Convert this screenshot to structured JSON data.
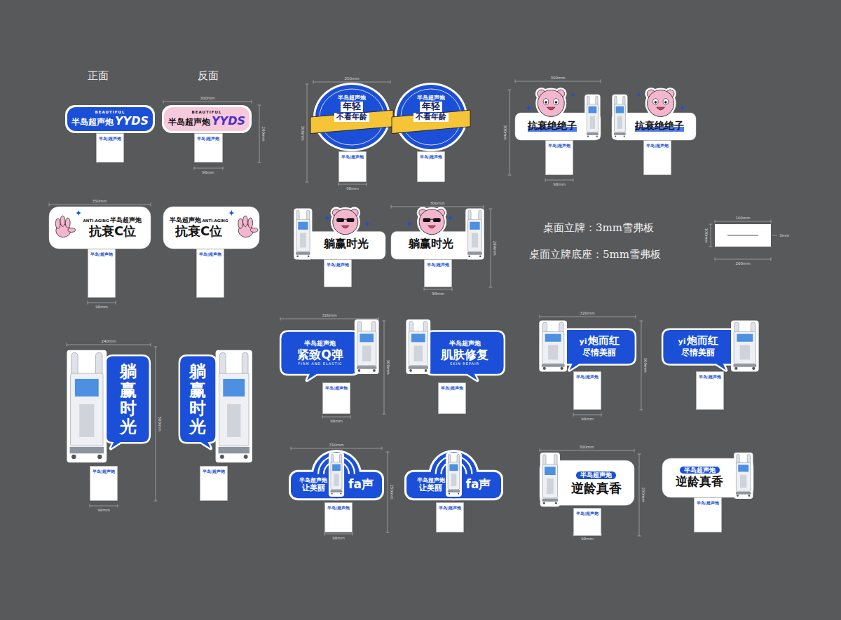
{
  "diagram": {
    "nodes": [
      {
        "text": [
          "BEAUTIFUL",
          "半岛超声炮",
          "YYDS"
        ]
      },
      {
        "text": [
          "半岛|超声炮"
        ]
      },
      {
        "text": [
          "BEAUTIFUL",
          "半岛超声炮",
          "YYDS"
        ]
      },
      {
        "text": [
          "半岛|超声炮"
        ]
      },
      {
        "text": [
          "半岛超声炮",
          "年轻",
          "不看年龄"
        ]
      },
      {
        "text": [
          "半岛|超声炮"
        ]
      },
      {
        "text": [
          "半岛超声炮",
          "年轻",
          "不看年龄"
        ]
      },
      {
        "text": [
          "半岛|超声炮"
        ]
      },
      {
        "text": [
          "抗衰绝绝子"
        ]
      },
      {
        "text": [
          "半岛|超声炮"
        ]
      },
      {
        "text": [
          "抗衰绝绝子"
        ]
      },
      {
        "text": [
          "半岛|超声炮"
        ]
      },
      {
        "text": [
          "ANTI-AGING",
          "半岛超声炮",
          "抗衰C位"
        ]
      },
      {
        "text": [
          "半岛|超声炮"
        ]
      },
      {
        "text": [
          "半岛超声炮",
          "ANTI-AGING",
          "抗衰C位"
        ]
      },
      {
        "text": [
          "半岛|超声炮"
        ]
      },
      {
        "text": [
          "躺赢时光"
        ]
      },
      {
        "text": [
          "半岛|超声炮"
        ]
      },
      {
        "text": [
          "躺赢时光"
        ]
      },
      {
        "text": [
          "半岛|超声炮"
        ]
      },
      {
        "text": [
          "躺赢时光"
        ]
      },
      {
        "text": [
          "半岛|超声炮"
        ]
      },
      {
        "text": [
          "躺赢时光"
        ]
      },
      {
        "text": [
          "半岛|超声炮"
        ]
      },
      {
        "text": [
          "半岛超声炮",
          "紧致Q弹",
          "FIRM AND ELASTIC"
        ]
      },
      {
        "text": [
          "半岛|超声炮"
        ]
      },
      {
        "text": [
          "半岛超声炮",
          "肌肤修复",
          "SKIN REPAIR"
        ]
      },
      {
        "text": [
          "半岛|超声炮"
        ]
      },
      {
        "text": [
          "yi",
          "炮而红",
          "尽情美丽"
        ]
      },
      {
        "text": [
          "半岛|超声炮"
        ]
      },
      {
        "text": [
          "yi",
          "炮而红",
          "尽情美丽"
        ]
      },
      {
        "text": [
          "半岛|超声炮"
        ]
      },
      {
        "text": [
          "半岛超声炮",
          "让美丽",
          "fa声"
        ]
      },
      {
        "text": [
          "半岛|超声炮"
        ]
      },
      {
        "text": [
          "半岛超声炮",
          "让美丽",
          "fa声"
        ]
      },
      {
        "text": [
          "半岛|超声炮"
        ]
      },
      {
        "text": [
          "半岛超声炮",
          "逆龄真香"
        ]
      },
      {
        "text": [
          "半岛|超声炮"
        ]
      },
      {
        "text": [
          "半岛超声炮",
          "逆龄真香"
        ]
      },
      {
        "text": [
          "半岛|超声炮"
        ]
      }
    ],
    "labels": [
      "正面",
      "反面",
      "300mm",
      "200mm",
      "98mm",
      "250mm",
      "300mm",
      "98mm",
      "300mm",
      "300mm",
      "98mm",
      "350mm",
      "98mm",
      "300mm",
      "280mm",
      "98mm",
      "桌面立牌：3mm雪弗板",
      "桌面立牌底座：5mm雪弗板",
      "100mm",
      "100mm",
      "200mm",
      "3mm",
      "240mm",
      "500mm",
      "98mm",
      "320mm",
      "300mm",
      "98mm",
      "320mm",
      "300mm",
      "98mm",
      "310mm",
      "250mm",
      "98mm",
      "300mm",
      "250mm",
      "98mm"
    ]
  }
}
